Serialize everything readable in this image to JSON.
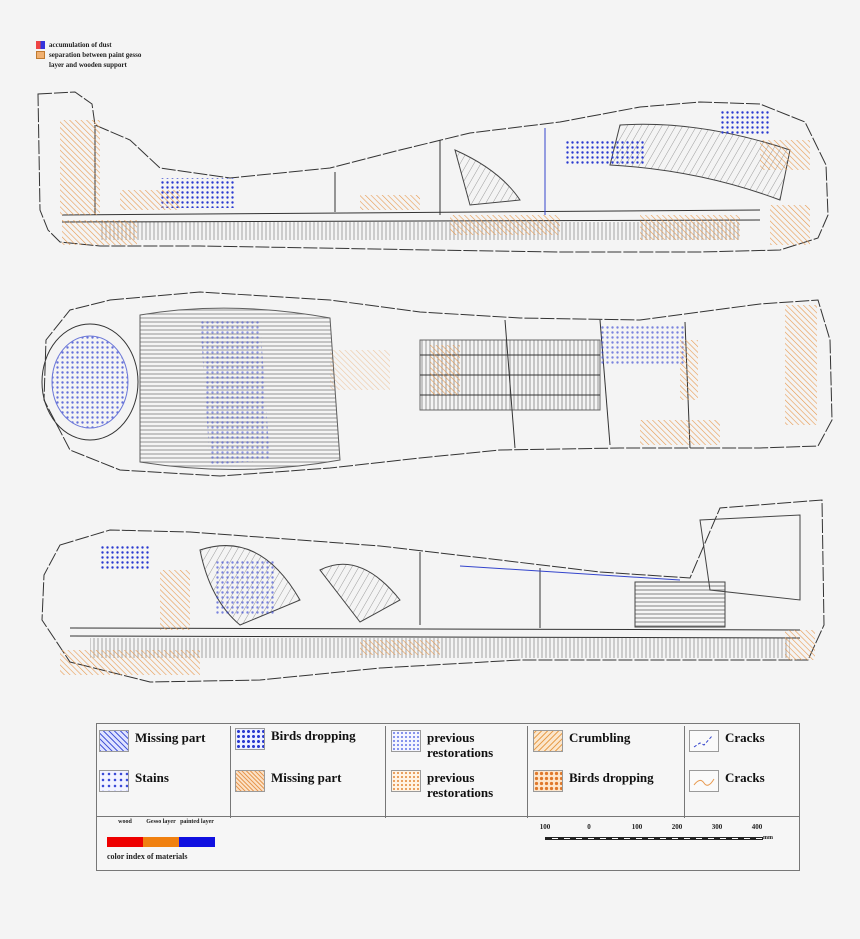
{
  "top_legend": [
    {
      "label": "accumulation of dust",
      "swatch": "dust"
    },
    {
      "label": "separation between paint gesso",
      "swatch": "sep"
    },
    {
      "label": "layer and wooden support",
      "swatch": "none"
    }
  ],
  "legend": {
    "row1": [
      {
        "label": "Missing part",
        "swatch": "sw-miss-b"
      },
      {
        "label": "Birds dropping",
        "swatch": "sw-bird-b"
      },
      {
        "label": "previous restorations",
        "swatch": "sw-prev-b"
      },
      {
        "label": "Crumbling",
        "swatch": "sw-crum-o"
      },
      {
        "label": "Cracks",
        "swatch": "sw-crack-b"
      }
    ],
    "row2": [
      {
        "label": "Stains",
        "swatch": "sw-stain-b"
      },
      {
        "label": "Missing part",
        "swatch": "sw-miss-o"
      },
      {
        "label": "previous restorations",
        "swatch": "sw-prev-o"
      },
      {
        "label": "Birds dropping",
        "swatch": "sw-bird-o"
      },
      {
        "label": "Cracks",
        "swatch": "sw-crack-o"
      }
    ]
  },
  "color_index": {
    "title": "color index of materials",
    "items": [
      {
        "label": "wood",
        "color": "#ee0000"
      },
      {
        "label": "Gesso layer",
        "color": "#f08010"
      },
      {
        "label": "painted layer",
        "color": "#1010e0"
      }
    ]
  },
  "scale_bar": {
    "ticks": [
      "100",
      "0",
      "100",
      "200",
      "300",
      "400"
    ],
    "unit": "mm"
  },
  "colors": {
    "outline": "#333333",
    "blue": "#3344cc",
    "orange": "#e89a50"
  }
}
